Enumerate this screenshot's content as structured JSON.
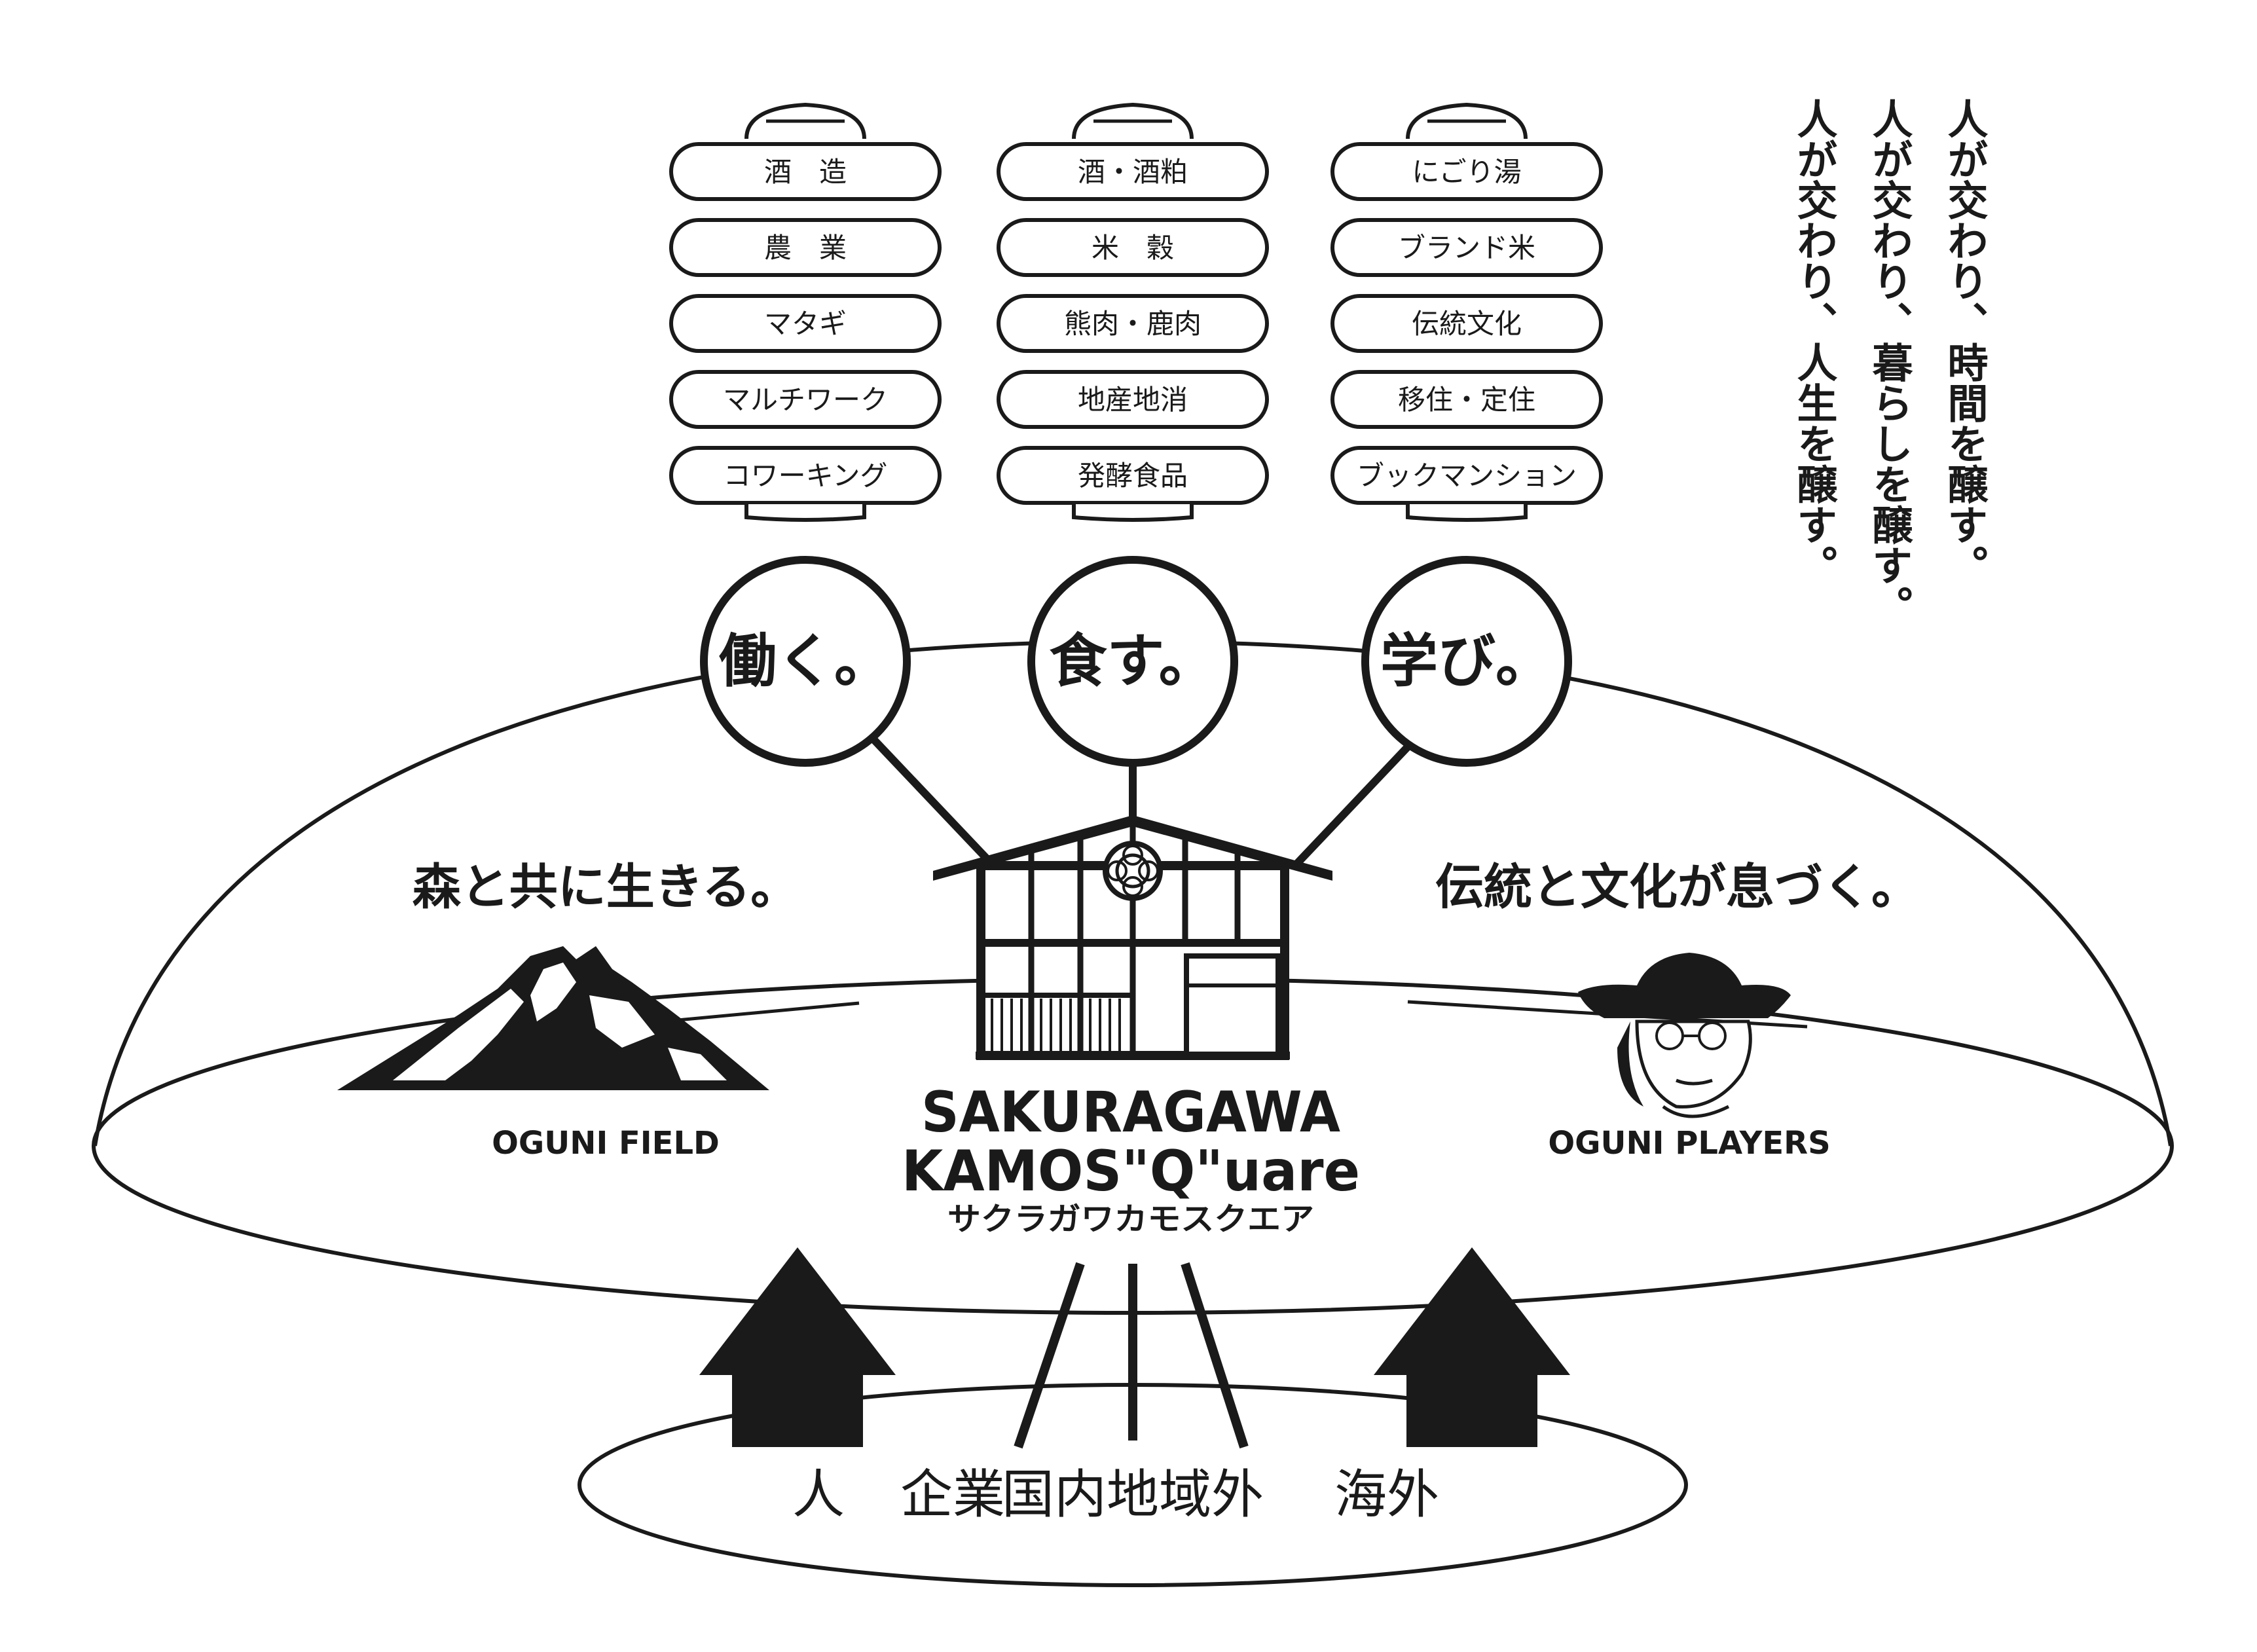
{
  "columns": [
    {
      "items": [
        "酒　造",
        "農　業",
        "マタギ",
        "マルチワーク",
        "コワーキング"
      ]
    },
    {
      "items": [
        "酒・酒粕",
        "米　穀",
        "熊肉・鹿肉",
        "地産地消",
        "発酵食品"
      ]
    },
    {
      "items": [
        "にごり湯",
        "ブランド米",
        "伝統文化",
        "移住・定住",
        "ブックマンション"
      ]
    }
  ],
  "circles": [
    "働く。",
    "食す。",
    "学び。"
  ],
  "vertical_lines": [
    "人が交わり、時間を醸す。",
    "人が交わり、暮らしを醸す。",
    "人が交わり、人生を醸す。"
  ],
  "left": {
    "tagline": "森と共に生きる。",
    "label": "OGUNI FIELD"
  },
  "right": {
    "tagline": "伝統と文化が息づく。",
    "label": "OGUNI PLAYERS"
  },
  "center": {
    "line1": "SAKURAGAWA",
    "line2": "KAMOS\"Q\"uare",
    "kana": "サクラガワカモスクエア"
  },
  "bottom": [
    "人",
    "企業",
    "国内地域外",
    "海外"
  ],
  "colors": {
    "ink": "#1a1a1a",
    "paper": "#ffffff"
  },
  "icons": [
    "mountain-icon",
    "person-with-hat-icon",
    "shed-building-icon",
    "crest-icon",
    "up-arrow-icon"
  ]
}
